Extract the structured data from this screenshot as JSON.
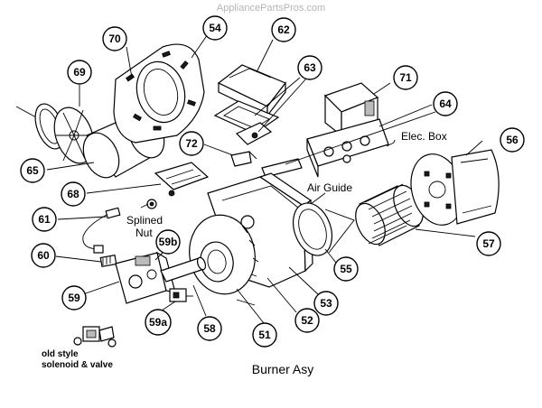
{
  "watermark": "AppliancePartsPros.com",
  "title": "Burner Asy",
  "labels": {
    "elec_box": "Elec. Box",
    "air_guide": "Air Guide",
    "splined_line1": "Splined",
    "splined_line2": "Nut",
    "old_style_line1": "old style",
    "old_style_line2": "solenoid & valve"
  },
  "callouts": [
    {
      "id": "c70",
      "label": "70"
    },
    {
      "id": "c54",
      "label": "54"
    },
    {
      "id": "c62",
      "label": "62"
    },
    {
      "id": "c69",
      "label": "69"
    },
    {
      "id": "c63",
      "label": "63"
    },
    {
      "id": "c71",
      "label": "71"
    },
    {
      "id": "c64",
      "label": "64"
    },
    {
      "id": "c72",
      "label": "72"
    },
    {
      "id": "c56",
      "label": "56"
    },
    {
      "id": "c65",
      "label": "65"
    },
    {
      "id": "c68",
      "label": "68"
    },
    {
      "id": "c61",
      "label": "61"
    },
    {
      "id": "c59b",
      "label": "59b"
    },
    {
      "id": "c57",
      "label": "57"
    },
    {
      "id": "c60",
      "label": "60"
    },
    {
      "id": "c55",
      "label": "55"
    },
    {
      "id": "c53",
      "label": "53"
    },
    {
      "id": "c59",
      "label": "59"
    },
    {
      "id": "c52",
      "label": "52"
    },
    {
      "id": "c51",
      "label": "51"
    },
    {
      "id": "c58",
      "label": "58"
    },
    {
      "id": "c59a",
      "label": "59a"
    }
  ]
}
